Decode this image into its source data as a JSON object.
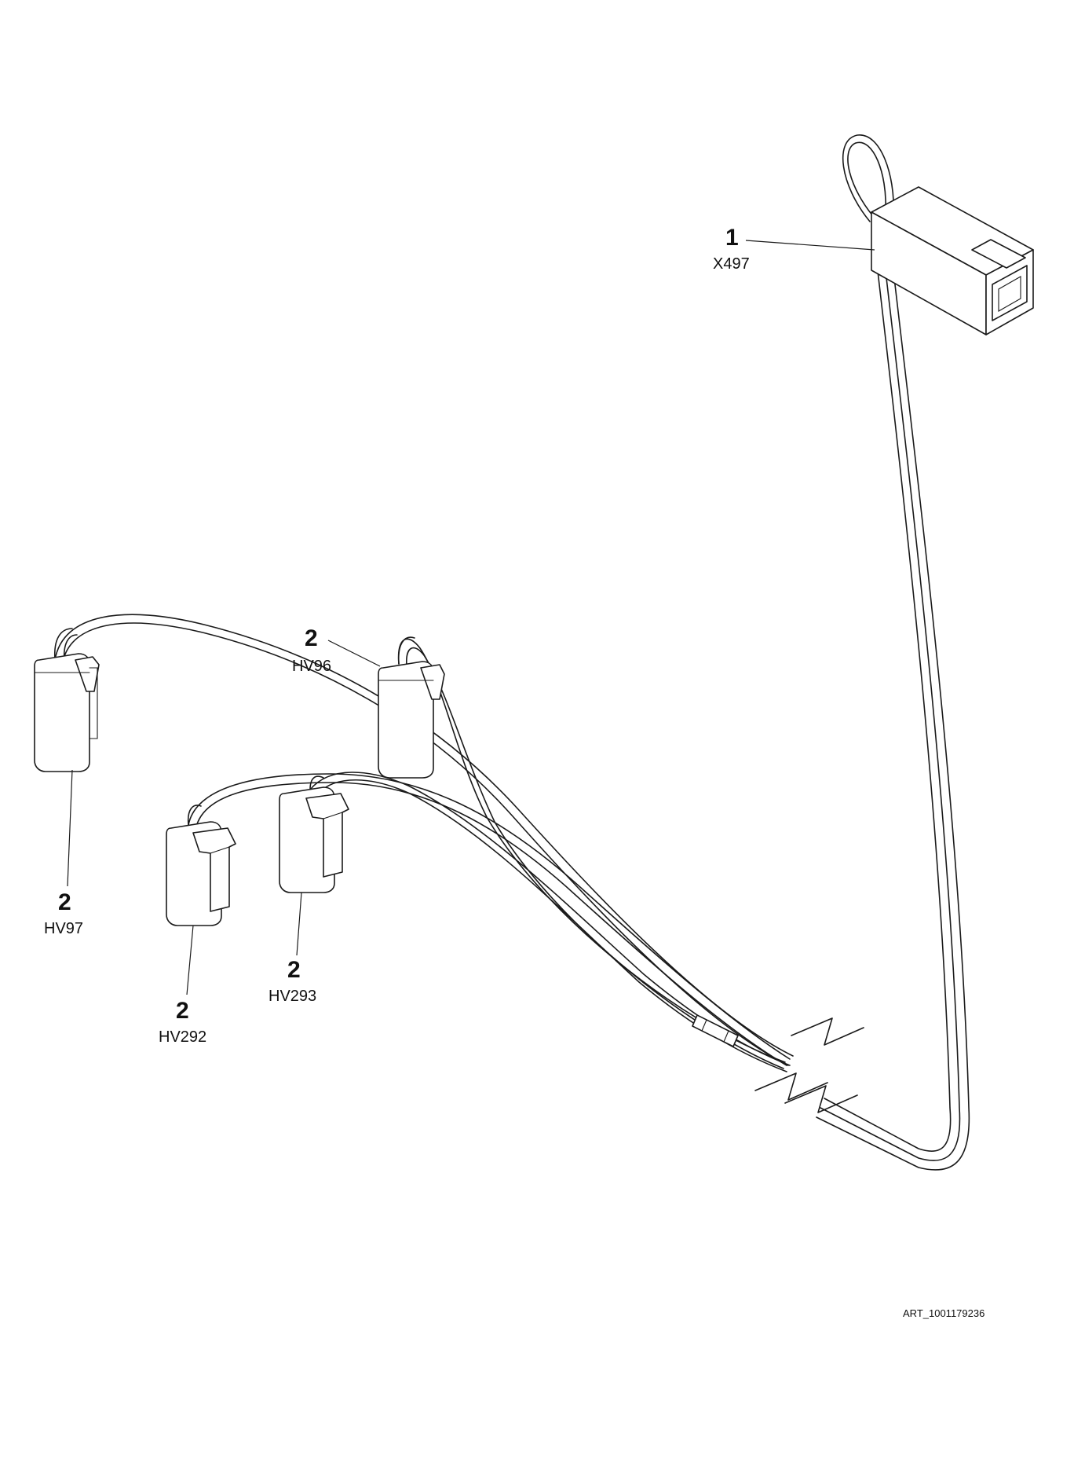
{
  "callouts": [
    {
      "id": "x497",
      "number": "1",
      "code": "X497"
    },
    {
      "id": "hv96",
      "number": "2",
      "code": "HV96"
    },
    {
      "id": "hv97",
      "number": "2",
      "code": "HV97"
    },
    {
      "id": "hv293",
      "number": "2",
      "code": "HV293"
    },
    {
      "id": "hv292",
      "number": "2",
      "code": "HV292"
    }
  ],
  "art_id": "ART_1001179236"
}
